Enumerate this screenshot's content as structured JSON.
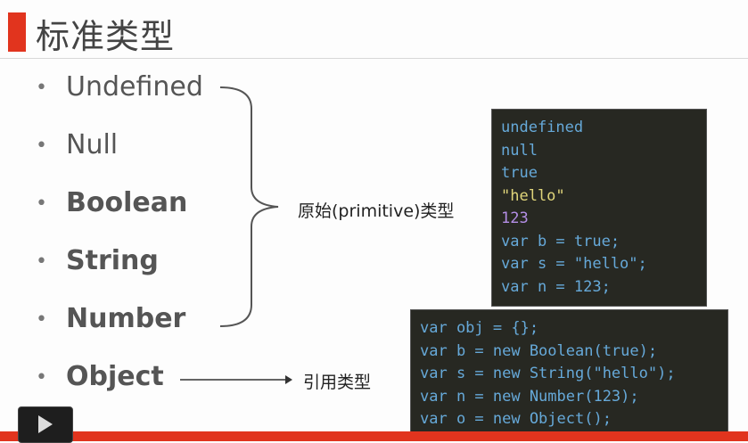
{
  "title": "标准类型",
  "bullets": [
    {
      "dot": "•",
      "text": "Undefined"
    },
    {
      "dot": "•",
      "text": "Null"
    },
    {
      "dot": "•",
      "text": "Boolean"
    },
    {
      "dot": "•",
      "text": "String"
    },
    {
      "dot": "•",
      "text": "Number"
    },
    {
      "dot": "•",
      "text": "Object"
    }
  ],
  "labels": {
    "primitive": "原始(primitive)类型",
    "reference": "引用类型"
  },
  "code_primitive": [
    "undefined",
    "null",
    "true",
    "\"hello\"",
    "123",
    "var b = true;",
    "var s = \"hello\";",
    "var n = 123;"
  ],
  "code_object": [
    "var obj = {};",
    "var b = new Boolean(true);",
    "var s = new String(\"hello\");",
    "var n = new Number(123);",
    "var o = new Object();"
  ],
  "colors": {
    "accent": "#e1341e",
    "code_bg": "#272822",
    "keyword": "#66a9d9",
    "string": "#e0d57a",
    "number": "#b48ee6"
  },
  "icons": {
    "play": "play-icon"
  }
}
